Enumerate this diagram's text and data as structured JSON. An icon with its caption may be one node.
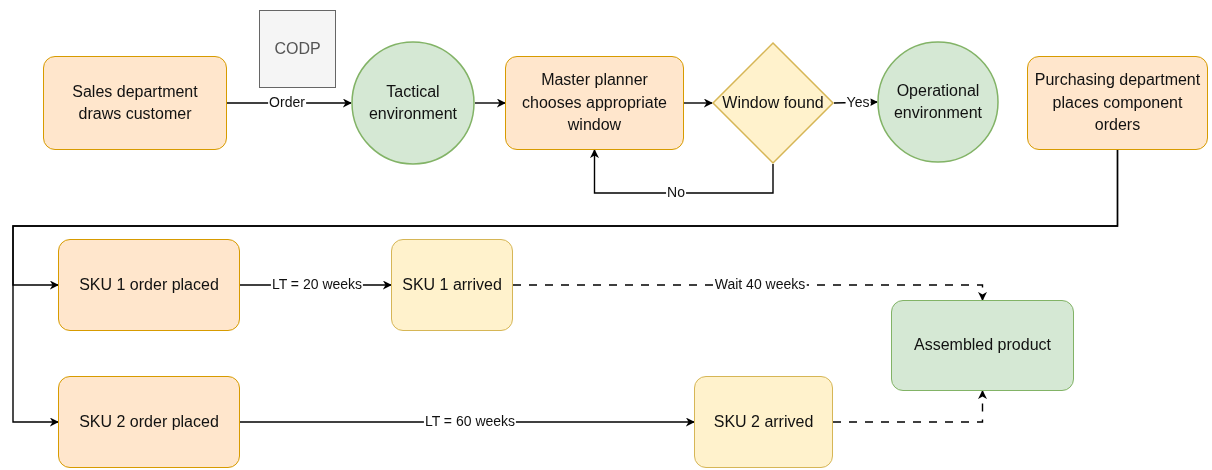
{
  "diagram": {
    "nodes": [
      {
        "text": [
          "Sales department draws customer"
        ]
      },
      {
        "text": [
          "CODP"
        ]
      },
      {
        "text": [
          "Tactical environment"
        ]
      },
      {
        "text": [
          "Master planner chooses appropriate window"
        ]
      },
      {
        "text": [
          "Window found"
        ]
      },
      {
        "text": [
          "Operational environment"
        ]
      },
      {
        "text": [
          "Purchasing department places component orders"
        ]
      },
      {
        "text": [
          "SKU 1 order placed"
        ]
      },
      {
        "text": [
          "SKU 1 arrived"
        ]
      },
      {
        "text": [
          "Assembled product"
        ]
      },
      {
        "text": [
          "SKU 2 order placed"
        ]
      },
      {
        "text": [
          "SKU 2 arrived"
        ]
      }
    ],
    "edges": [
      {
        "from": 0,
        "to": 2,
        "arrow": "to",
        "label": "Order"
      },
      {
        "from": 2,
        "to": 3,
        "arrow": "to"
      },
      {
        "from": 3,
        "to": 4,
        "arrow": "to"
      },
      {
        "from": 4,
        "to": 5,
        "arrow": "to",
        "label": "Yes"
      },
      {
        "from": 4,
        "to": 3,
        "arrow": "to",
        "label": "No"
      },
      {
        "from": 6,
        "to": 7,
        "arrow": "to"
      },
      {
        "from": 6,
        "to": 10,
        "arrow": "to"
      },
      {
        "from": 7,
        "to": 8,
        "arrow": "to",
        "label": "LT = 20 weeks"
      },
      {
        "from": 8,
        "to": 9,
        "arrow": "to",
        "label": "Wait 40 weeks",
        "style": "dashed"
      },
      {
        "from": 10,
        "to": 11,
        "arrow": "to",
        "label": "LT = 60 weeks"
      },
      {
        "from": 11,
        "to": 9,
        "arrow": "to",
        "style": "dashed"
      }
    ]
  }
}
